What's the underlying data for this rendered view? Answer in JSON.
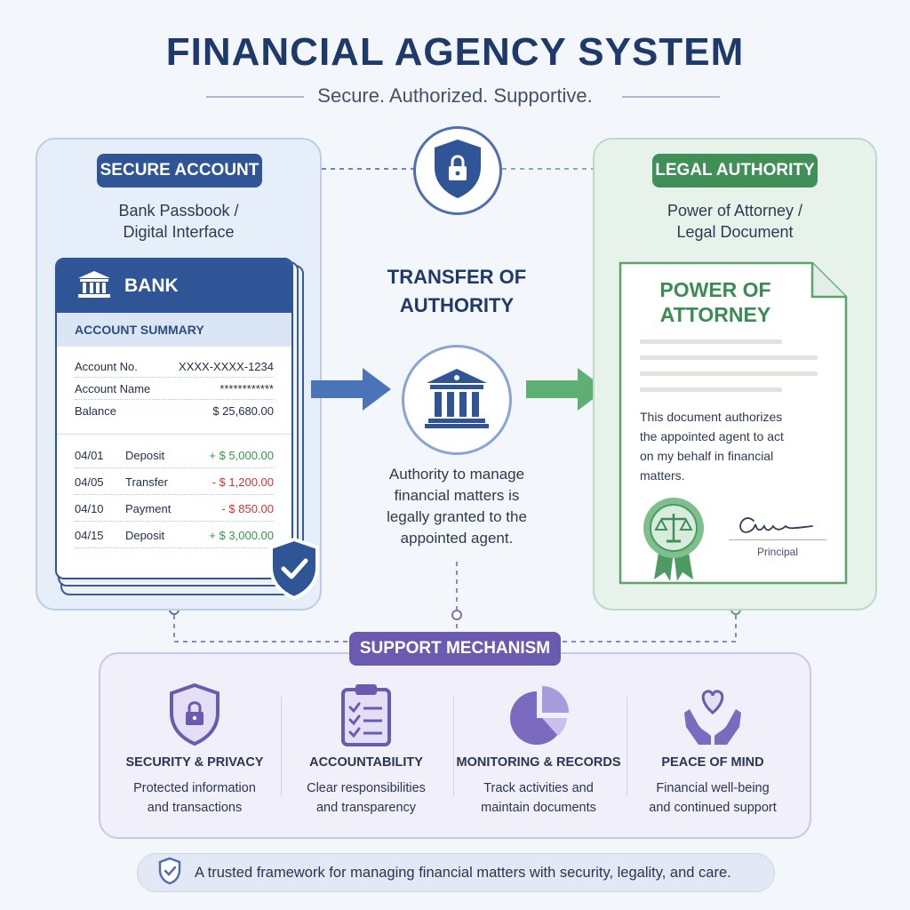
{
  "header": {
    "title": "FINANCIAL AGENCY SYSTEM",
    "subtitle": "Secure. Authorized. Supportive."
  },
  "left_panel": {
    "badge": "SECURE ACCOUNT",
    "description_line1": "Bank Passbook /",
    "description_line2": "Digital Interface",
    "bank_card": {
      "bank_name": "BANK",
      "summary_label": "ACCOUNT SUMMARY",
      "account_no_label": "Account No.",
      "account_no_value": "XXXX-XXXX-1234",
      "account_name_label": "Account Name",
      "account_name_value": "************",
      "balance_label": "Balance",
      "balance_value": "$ 25,680.00",
      "transactions": [
        {
          "date": "04/01",
          "type": "Deposit",
          "amount": "+ $ 5,000.00",
          "direction": "in"
        },
        {
          "date": "04/05",
          "type": "Transfer",
          "amount": "- $ 1,200.00",
          "direction": "out"
        },
        {
          "date": "04/10",
          "type": "Payment",
          "amount": "- $ 850.00",
          "direction": "out"
        },
        {
          "date": "04/15",
          "type": "Deposit",
          "amount": "+ $ 3,000.00",
          "direction": "in"
        }
      ]
    }
  },
  "center": {
    "title_line1": "TRANSFER OF",
    "title_line2": "AUTHORITY",
    "description_line1": "Authority to manage",
    "description_line2": "financial matters is",
    "description_line3": "legally granted to the",
    "description_line4": "appointed agent."
  },
  "right_panel": {
    "badge": "LEGAL AUTHORITY",
    "description_line1": "Power of Attorney /",
    "description_line2": "Legal Document",
    "document": {
      "title_line1": "POWER OF",
      "title_line2": "ATTORNEY",
      "body_line1": "This document authorizes",
      "body_line2": "the appointed agent to act",
      "body_line3": "on my behalf in financial",
      "body_line4": "matters.",
      "signature_label": "Principal"
    }
  },
  "support": {
    "badge": "SUPPORT MECHANISM",
    "features": [
      {
        "icon": "shield-lock-icon",
        "title": "SECURITY & PRIVACY",
        "desc_line1": "Protected information",
        "desc_line2": "and transactions"
      },
      {
        "icon": "clipboard-checklist-icon",
        "title": "ACCOUNTABILITY",
        "desc_line1": "Clear responsibilities",
        "desc_line2": "and transparency"
      },
      {
        "icon": "pie-chart-icon",
        "title": "MONITORING & RECORDS",
        "desc_line1": "Track activities and",
        "desc_line2": "maintain documents"
      },
      {
        "icon": "hands-heart-icon",
        "title": "PEACE OF MIND",
        "desc_line1": "Financial well-being",
        "desc_line2": "and continued support"
      }
    ]
  },
  "footer": {
    "text": "A trusted framework for managing financial matters with security, legality, and care."
  },
  "colors": {
    "navy": "#1e3a6b",
    "blue": "#2f5596",
    "green": "#3f8f57",
    "purple": "#6a5ab0",
    "positive": "#2e9a4c",
    "negative": "#d0362f"
  }
}
